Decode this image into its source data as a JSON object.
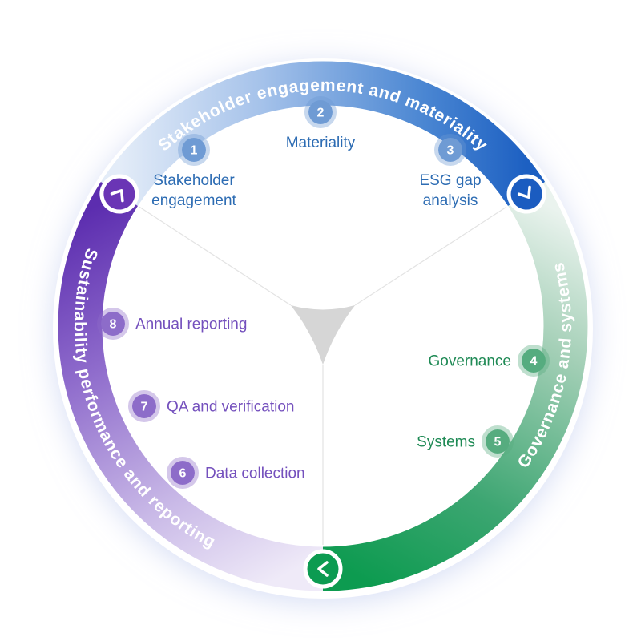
{
  "arcs": [
    {
      "name": "stakeholder-engagement-and-materiality",
      "label": "Stakeholder engagement and materiality",
      "color_light": "#e3ecf8",
      "color_dark": "#1d60c2"
    },
    {
      "name": "governance-and-systems",
      "label": "Governance and systems",
      "color_light": "#eaf3ee",
      "color_dark": "#0d9b50"
    },
    {
      "name": "sustainability-performance-and-reporting",
      "label": "Sustainability performance and reporting",
      "color_light": "#efeaf8",
      "color_dark": "#5c2daf"
    }
  ],
  "steps": [
    {
      "number": "1",
      "label_lines": [
        "Stakeholder",
        "engagement"
      ],
      "circle_color": "#6f9bd4",
      "label_color": "#2d6cb3"
    },
    {
      "number": "2",
      "label_lines": [
        "Materiality"
      ],
      "circle_color": "#6f9bd4",
      "label_color": "#2d6cb3"
    },
    {
      "number": "3",
      "label_lines": [
        "ESG gap",
        "analysis"
      ],
      "circle_color": "#6f9bd4",
      "label_color": "#2d6cb3"
    },
    {
      "number": "4",
      "label_lines": [
        "Governance"
      ],
      "circle_color": "#56ac7f",
      "label_color": "#1f8a55"
    },
    {
      "number": "5",
      "label_lines": [
        "Systems"
      ],
      "circle_color": "#56ac7f",
      "label_color": "#1f8a55"
    },
    {
      "number": "6",
      "label_lines": [
        "Data collection"
      ],
      "circle_color": "#8d6cc9",
      "label_color": "#7450bd"
    },
    {
      "number": "7",
      "label_lines": [
        "QA and verification"
      ],
      "circle_color": "#8d6cc9",
      "label_color": "#7450bd"
    },
    {
      "number": "8",
      "label_lines": [
        "Annual reporting"
      ],
      "circle_color": "#8d6cc9",
      "label_color": "#7450bd"
    }
  ],
  "markers": {
    "purple": "#6a35b5",
    "blue": "#1b5cc0",
    "green": "#0c9b51"
  },
  "center_shape_color": "#d6d6d6",
  "glow_color": "#bcc8ee"
}
